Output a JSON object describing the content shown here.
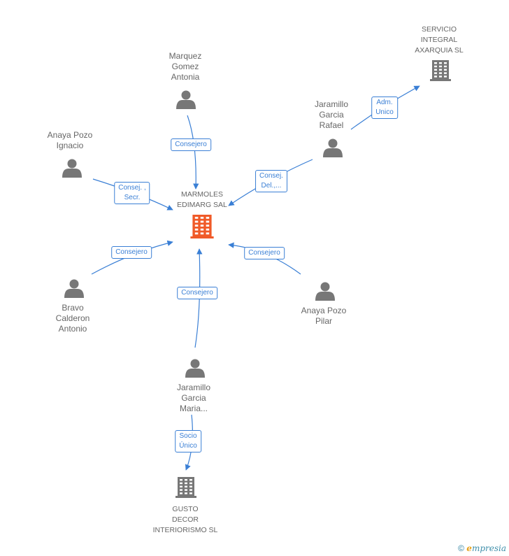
{
  "colors": {
    "edge": "#3a7fd5",
    "person_icon": "#777777",
    "company_icon": "#777777",
    "focus_company_icon": "#f05a28",
    "label_text": "#666666"
  },
  "nodes": [
    {
      "id": "marmoles",
      "type": "focus-company",
      "lines": [
        "MARMOLES",
        "EDIMARG SAL"
      ]
    },
    {
      "id": "marquez",
      "type": "person",
      "lines": [
        "Marquez",
        "Gomez",
        "Antonia"
      ]
    },
    {
      "id": "anaya_ignacio",
      "type": "person",
      "lines": [
        "Anaya Pozo",
        "Ignacio"
      ]
    },
    {
      "id": "jaramillo_rafael",
      "type": "person",
      "lines": [
        "Jaramillo",
        "Garcia",
        "Rafael"
      ]
    },
    {
      "id": "servicio",
      "type": "company",
      "lines": [
        "SERVICIO",
        "INTEGRAL",
        "AXARQUIA SL"
      ]
    },
    {
      "id": "bravo",
      "type": "person",
      "lines": [
        "Bravo",
        "Calderon",
        "Antonio"
      ]
    },
    {
      "id": "anaya_pilar",
      "type": "person",
      "lines": [
        "Anaya Pozo",
        "Pilar"
      ]
    },
    {
      "id": "jaramillo_maria",
      "type": "person",
      "lines": [
        "Jaramillo",
        "Garcia",
        "Maria..."
      ]
    },
    {
      "id": "gusto",
      "type": "company",
      "lines": [
        "GUSTO",
        "DECOR",
        "INTERIORISMO SL"
      ]
    }
  ],
  "edges": [
    {
      "id": "e1",
      "from": "marquez",
      "to": "marmoles",
      "label_lines": [
        "Consejero"
      ]
    },
    {
      "id": "e2",
      "from": "anaya_ignacio",
      "to": "marmoles",
      "label_lines": [
        "Consej. ,",
        "Secr."
      ]
    },
    {
      "id": "e3",
      "from": "jaramillo_rafael",
      "to": "marmoles",
      "label_lines": [
        "Consej.",
        "Del.,..."
      ]
    },
    {
      "id": "e4",
      "from": "jaramillo_rafael",
      "to": "servicio",
      "label_lines": [
        "Adm.",
        "Unico"
      ]
    },
    {
      "id": "e5",
      "from": "bravo",
      "to": "marmoles",
      "label_lines": [
        "Consejero"
      ]
    },
    {
      "id": "e6",
      "from": "anaya_pilar",
      "to": "marmoles",
      "label_lines": [
        "Consejero"
      ]
    },
    {
      "id": "e7",
      "from": "jaramillo_maria",
      "to": "marmoles",
      "label_lines": [
        "Consejero"
      ]
    },
    {
      "id": "e8",
      "from": "jaramillo_maria",
      "to": "gusto",
      "label_lines": [
        "Socio",
        "Único"
      ]
    }
  ],
  "footer": {
    "copyright": "©",
    "brand_initial": "e",
    "brand_rest": "mpresia"
  }
}
